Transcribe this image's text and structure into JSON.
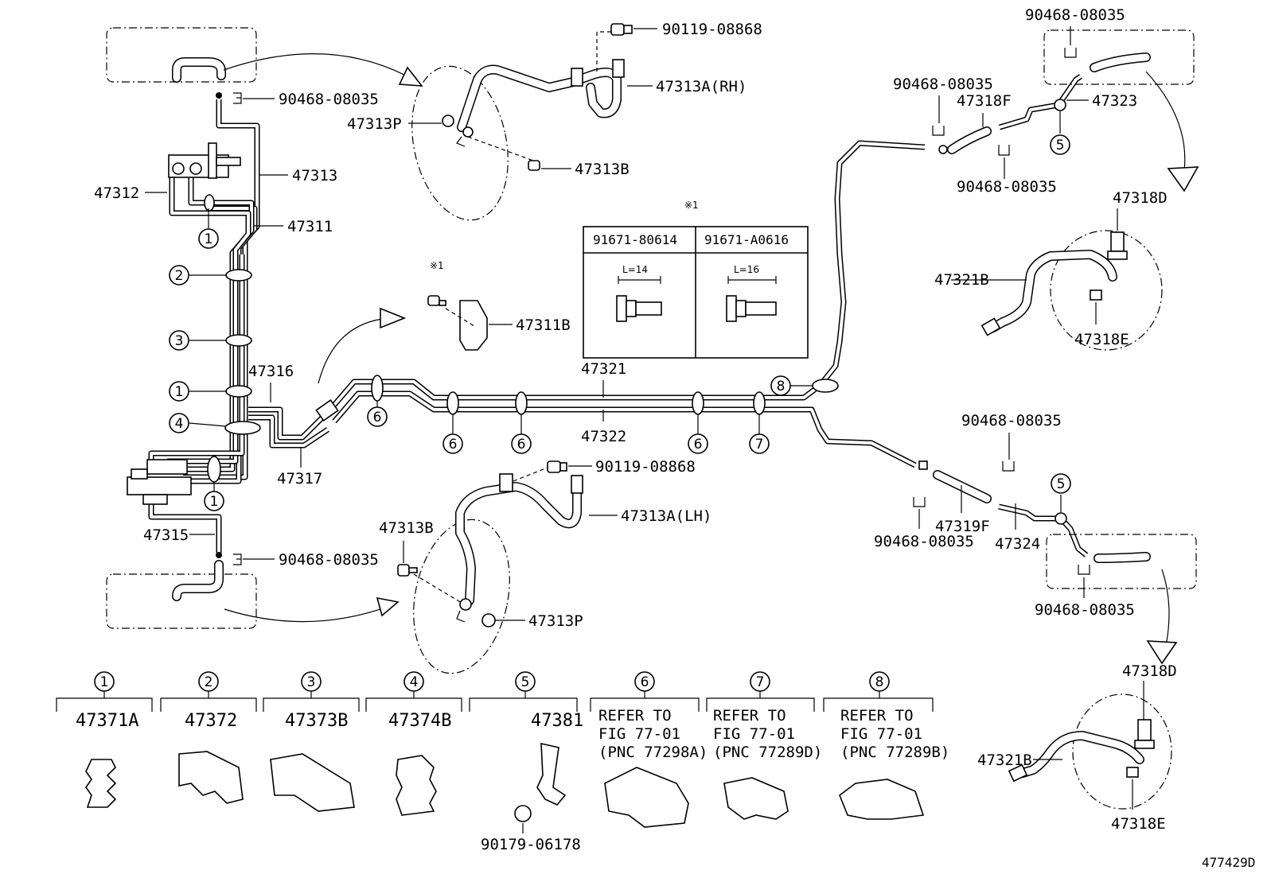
{
  "diagram_id": "477429D",
  "callout_numbers": [
    "1",
    "2",
    "3",
    "4",
    "5",
    "6",
    "7",
    "8"
  ],
  "labels": {
    "p90119_08868_top": "90119-08868",
    "p47313A_RH": "47313A(RH)",
    "p47313P_top": "47313P",
    "p47313B_top": "47313B",
    "p90468_08035_a": "90468-08035",
    "p47313": "47313",
    "p47312": "47312",
    "p47311": "47311",
    "p47311B": "47311B",
    "p47316": "47316",
    "p47317": "47317",
    "p47315": "47315",
    "p90468_08035_b": "90468-08035",
    "p90119_08868_bot": "90119-08868",
    "p47313A_LH": "47313A(LH)",
    "p47313B_bot": "47313B",
    "p47313P_bot": "47313P",
    "p47321": "47321",
    "p47322": "47322",
    "p90468_08035_c": "90468-08035",
    "p90468_08035_d": "90468-08035",
    "p47318F": "47318F",
    "p47323": "47323",
    "p90468_08035_e": "90468-08035",
    "p47318D_top": "47318D",
    "p47321B_top": "47321B",
    "p47318E_top": "47318E",
    "p90468_08035_f": "90468-08035",
    "p90468_08035_g": "90468-08035",
    "p47319F": "47319F",
    "p47324": "47324",
    "p90468_08035_h": "90468-08035",
    "p47318D_bot": "47318D",
    "p47321B_bot": "47321B",
    "p47318E_bot": "47318E",
    "note_mark": "※1",
    "note_mark_small": "※1"
  },
  "bolt_table": {
    "col1_part": "91671-80614",
    "col1_len": "L=14",
    "col2_part": "91671-A0616",
    "col2_len": "L=16"
  },
  "legend": {
    "c1": {
      "num": "1",
      "part": "47371A"
    },
    "c2": {
      "num": "2",
      "part": "47372"
    },
    "c3": {
      "num": "3",
      "part": "47373B"
    },
    "c4": {
      "num": "4",
      "part": "47374B"
    },
    "c5": {
      "num": "5",
      "part": "47381",
      "sub": "90179-06178"
    },
    "c6": {
      "num": "6",
      "line1": "REFER TO",
      "line2": "FIG 77-01",
      "line3": "(PNC 77298A)"
    },
    "c7": {
      "num": "7",
      "line1": "REFER TO",
      "line2": "FIG 77-01",
      "line3": "(PNC 77289D)"
    },
    "c8": {
      "num": "8",
      "line1": "REFER TO",
      "line2": "FIG 77-01",
      "line3": "(PNC 77289B)"
    }
  }
}
